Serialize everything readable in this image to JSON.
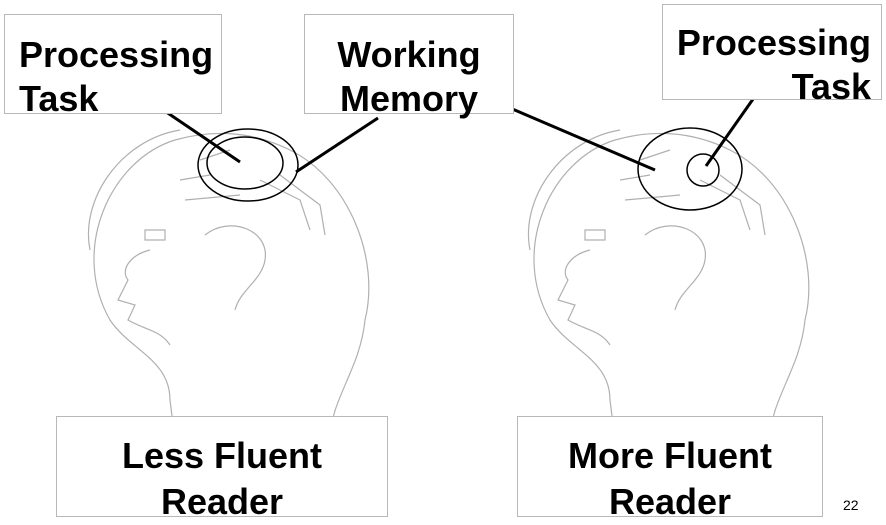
{
  "labels": {
    "left_task_line1": "Processing",
    "left_task_line2": "Task",
    "working_memory_line1": "Working",
    "working_memory_line2": "Memory",
    "right_task_line1": "Processing",
    "right_task_line2": "Task",
    "less_line1": "Less Fluent",
    "less_line2": "Reader",
    "more_line1": "More Fluent",
    "more_line2": "Reader"
  },
  "page_number": "22",
  "colors": {
    "outline": "#000000",
    "head_outline": "#b0b0b0",
    "box_border": "#b8b8b8"
  }
}
